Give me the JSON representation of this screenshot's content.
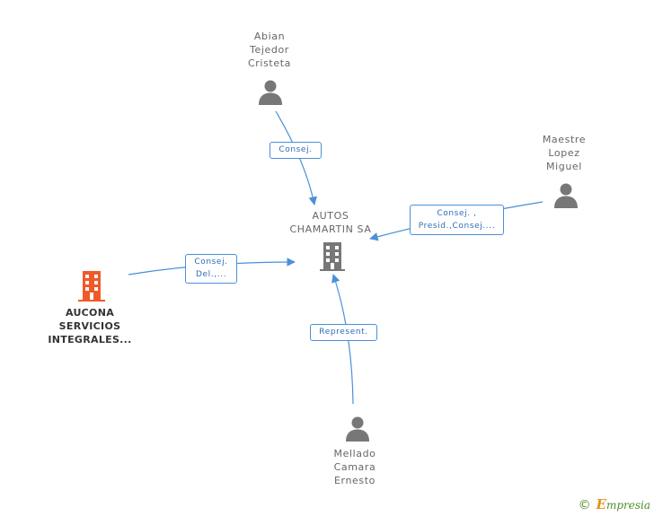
{
  "nodes": {
    "abian": {
      "label": "Abian\nTejedor\nCristeta",
      "type": "person"
    },
    "maestre": {
      "label": "Maestre\nLopez\nMiguel",
      "type": "person"
    },
    "autos": {
      "label": "AUTOS\nCHAMARTIN SA",
      "type": "company"
    },
    "aucona": {
      "label": "AUCONA\nSERVICIOS\nINTEGRALES...",
      "type": "company-main"
    },
    "mellado": {
      "label": "Mellado\nCamara\nErnesto",
      "type": "person"
    }
  },
  "edges": {
    "abian_autos": "Consej.",
    "maestre_autos": "Consej. ,\nPresid.,Consej....",
    "aucona_autos": "Consej.\nDel.,...",
    "mellado_autos": "Represent."
  },
  "footer": {
    "copyright": "©",
    "brand_e": "E",
    "brand_rest": "mpresia"
  },
  "colors": {
    "edge": "#4a90d9",
    "person_icon": "#777777",
    "company_icon": "#777777",
    "main_company_icon": "#f05a28"
  }
}
